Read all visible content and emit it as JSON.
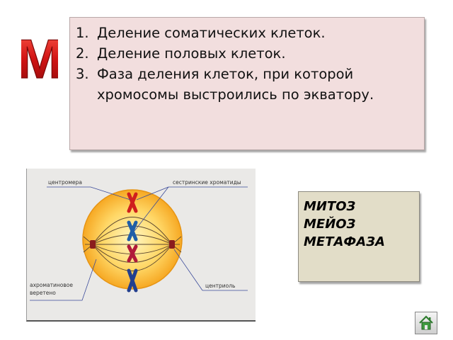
{
  "big_letter": "М",
  "questions": [
    {
      "num": "1.",
      "text": "Деление соматических клеток."
    },
    {
      "num": "2.",
      "text": "Деление половых клеток."
    },
    {
      "num": "3.",
      "text": "Фаза деления клеток, при которой хромосомы выстроились по экватору."
    }
  ],
  "figure": {
    "label_centromere": "центромера",
    "label_chromatids": "сестринские хроматиды",
    "label_spindle_1": "ахроматиновое",
    "label_spindle_2": "веретено",
    "label_centriole": "центриоль"
  },
  "answers": [
    "МИТОЗ",
    "МЕЙОЗ",
    "МЕТАФАЗА"
  ],
  "colors": {
    "question_bg": "#f2dede",
    "answer_bg": "#e2ddc8",
    "letter_red": "#d11414"
  },
  "home_icon": "home-icon"
}
